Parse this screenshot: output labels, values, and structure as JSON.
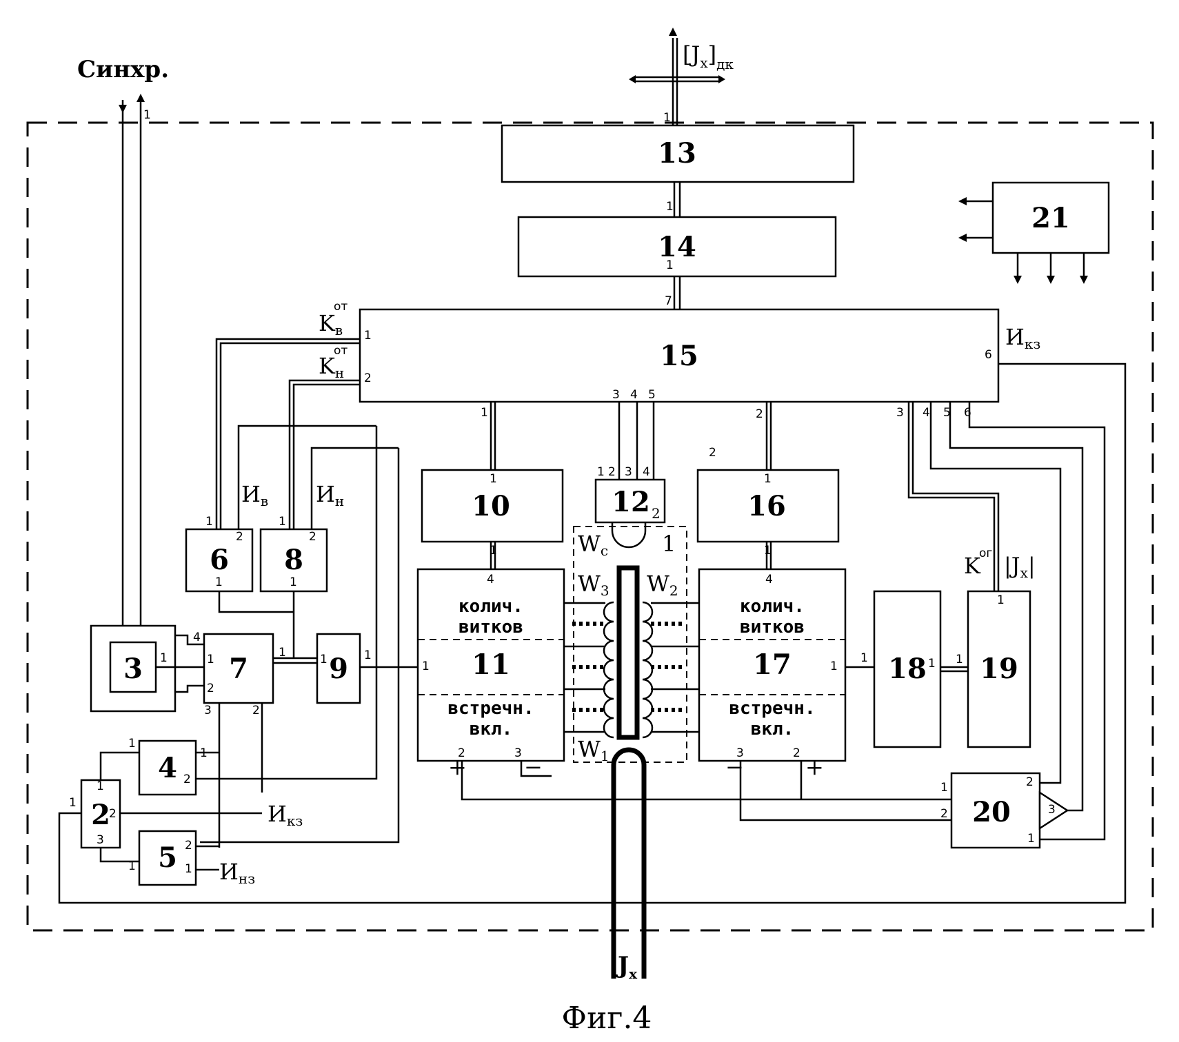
{
  "caption": "Фиг.4",
  "sync_label": "Синхр.",
  "bus_top_label": "[J",
  "bus_top_sub": "x",
  "bus_top_suffix": "]",
  "bus_top_index": "дк",
  "input_label": "J",
  "input_sub": "x",
  "blocks": {
    "b2": "2",
    "b3": "3",
    "b4": "4",
    "b5": "5",
    "b6": "6",
    "b7": "7",
    "b8": "8",
    "b9": "9",
    "b10": "10",
    "b11": "11",
    "b12": "12",
    "b12_sub": "2",
    "b13": "13",
    "b14": "14",
    "b15": "15",
    "b16": "16",
    "b17": "17",
    "b18": "18",
    "b19": "19",
    "b20": "20",
    "b21": "21"
  },
  "winding_text": {
    "top1": "колич.",
    "top2": "витков",
    "bot1": "встречн.",
    "bot2": "вкл."
  },
  "signals": {
    "kv": "K",
    "kv_sub": "в",
    "kv_sup": "от",
    "kn": "K",
    "kn_sub": "н",
    "kn_sup": "от",
    "iv": "И",
    "iv_sub": "в",
    "in": "И",
    "in_sub": "н",
    "ikz_top": "И",
    "ikz_top_sub": "кз",
    "ikz_bot": "И",
    "ikz_bot_sub": "кз",
    "inz": "И",
    "inz_sub": "нз",
    "kog": "K",
    "kog_sup": "ог",
    "jx_abs": "|J",
    "jx_abs_sub": "x",
    "jx_abs_end": "|"
  },
  "windings": {
    "wc": "W",
    "wc_sub": "c",
    "one": "1",
    "w3": "W",
    "w3_sub": "3",
    "w2": "W",
    "w2_sub": "2",
    "w1": "W",
    "w1_sub": "1"
  },
  "polarity": {
    "plus": "+",
    "minus": "−"
  }
}
